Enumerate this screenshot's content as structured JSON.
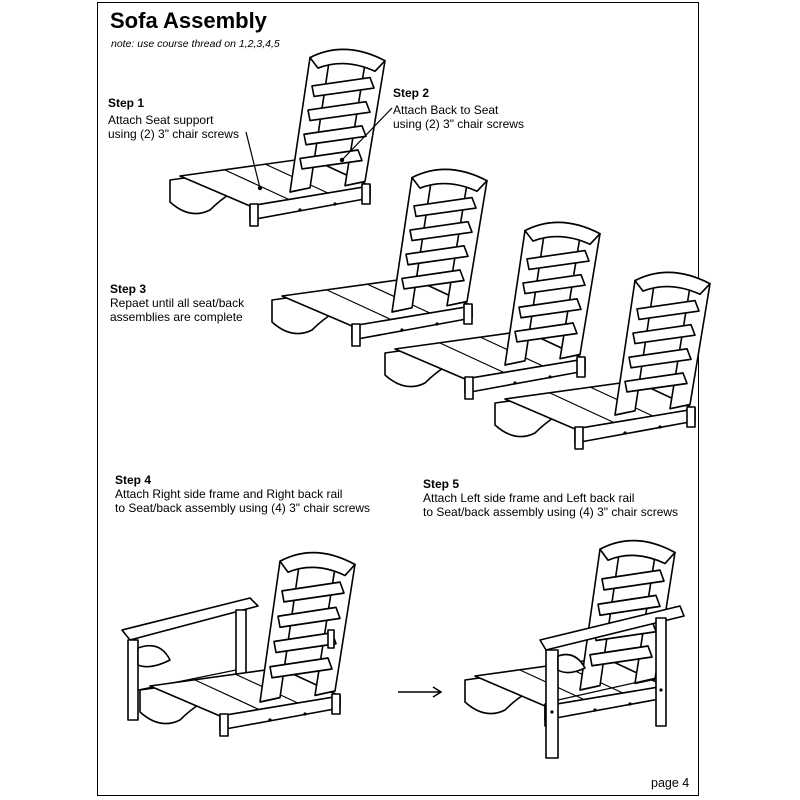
{
  "header": {
    "title": "Sofa Assembly",
    "note": "note: use course thread on 1,2,3,4,5"
  },
  "steps": [
    {
      "heading": "Step 1",
      "text": "Attach Seat support\nusing (2) 3\" chair screws"
    },
    {
      "heading": "Step 2",
      "text": "Attach Back to Seat\nusing (2) 3\" chair screws"
    },
    {
      "heading": "Step 3",
      "text": "Repaet until all seat/back\nassemblies are complete"
    },
    {
      "heading": "Step 4",
      "text": "Attach Right side frame and Right back rail\nto Seat/back assembly using (4) 3\" chair screws"
    },
    {
      "heading": "Step 5",
      "text": "Attach Left side frame and Left back rail\nto Seat/back assembly using (4) 3\" chair screws"
    }
  ],
  "footer": {
    "page": "page 4"
  }
}
